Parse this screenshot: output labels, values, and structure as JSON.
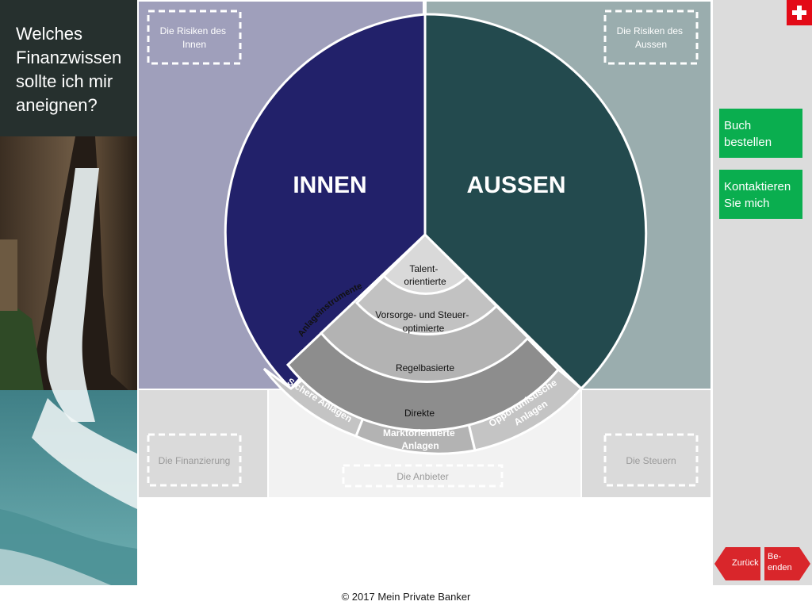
{
  "sidebar": {
    "title": "Welches Finanzwissen sollte ich mir aneignen?"
  },
  "diagram": {
    "left_label": "INNEN",
    "right_label": "AUSSEN",
    "risk_inner": [
      "Die Risiken des",
      "Innen"
    ],
    "risk_outer": [
      "Die Risiken des",
      "Aussen"
    ],
    "financing": "Die Finanzierung",
    "taxes": "Die Steuern",
    "providers": "Die Anbieter",
    "rings": [
      [
        "Talent-",
        "orientierte"
      ],
      [
        "Vorsorge- und Steuer-",
        "optimierte"
      ],
      [
        "Regelbasierte"
      ],
      [
        "Direkte"
      ]
    ],
    "instruments_label": "Anlageinstrumente",
    "outer_segments": [
      [
        "Sichere Anlagen"
      ],
      [
        "Marktorientierte",
        "Anlagen"
      ],
      [
        "Opportunistische",
        "Anlagen"
      ]
    ]
  },
  "actions": {
    "order_book": "Buch bestellen",
    "contact": "Kontaktieren Sie mich",
    "back": "Zurück",
    "end": "Be-\nenden"
  },
  "footer": {
    "copyright": "© 2017 Mein Private Banker"
  },
  "colors": {
    "inner_quadrant": "#9f9fbb",
    "outer_quadrant": "#9aadae",
    "inner_circle": "#22216a",
    "outer_circle": "#234a4e",
    "bottom_panel": "#dadada",
    "accent_green": "#0aae4f",
    "accent_red": "#d9262b"
  }
}
